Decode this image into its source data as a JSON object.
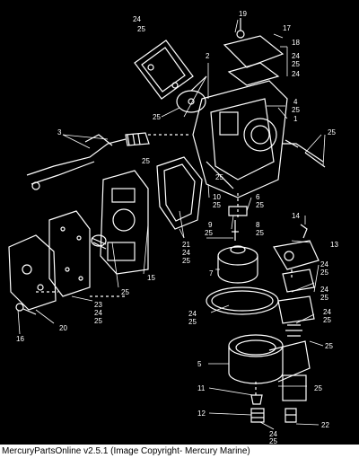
{
  "caption": "MercuryPartsOnline v2.5.1 (Image Copyright- Mercury Marine)",
  "colors": {
    "background": "#000000",
    "ink": "#ffffff",
    "caption_bg": "#ffffff"
  },
  "callouts": {
    "c19": "19",
    "c17": "17",
    "c18": "18",
    "c24a": "24",
    "c25a": "25",
    "c24b": "24",
    "c25b": "25",
    "c24top": "24",
    "c25top": "25",
    "c2": "2",
    "c4": "4",
    "c25c": "25",
    "c1": "1",
    "c25d": "25",
    "c3": "3",
    "c25e": "25",
    "c25f": "25",
    "c10": "10",
    "c25g": "25",
    "c6": "6",
    "c25h": "25",
    "c9": "9",
    "c25i": "25",
    "c8": "8",
    "c25j": "25",
    "c21": "21",
    "c24c": "24",
    "c25k": "25",
    "c14": "14",
    "c13": "13",
    "c7": "7",
    "c24d": "24",
    "c25l": "25",
    "c15": "15",
    "c25m": "25",
    "c23": "23",
    "c24e": "24",
    "c25n": "25",
    "c24f": "24",
    "c25o": "25",
    "c24g": "24",
    "c25p": "25",
    "c16": "16",
    "c20": "20",
    "c24h": "24",
    "c25q": "25",
    "c25r": "25",
    "c5": "5",
    "c11": "11",
    "c25s": "25",
    "c12": "12",
    "c22": "22",
    "c24i": "24",
    "c25t": "25"
  }
}
